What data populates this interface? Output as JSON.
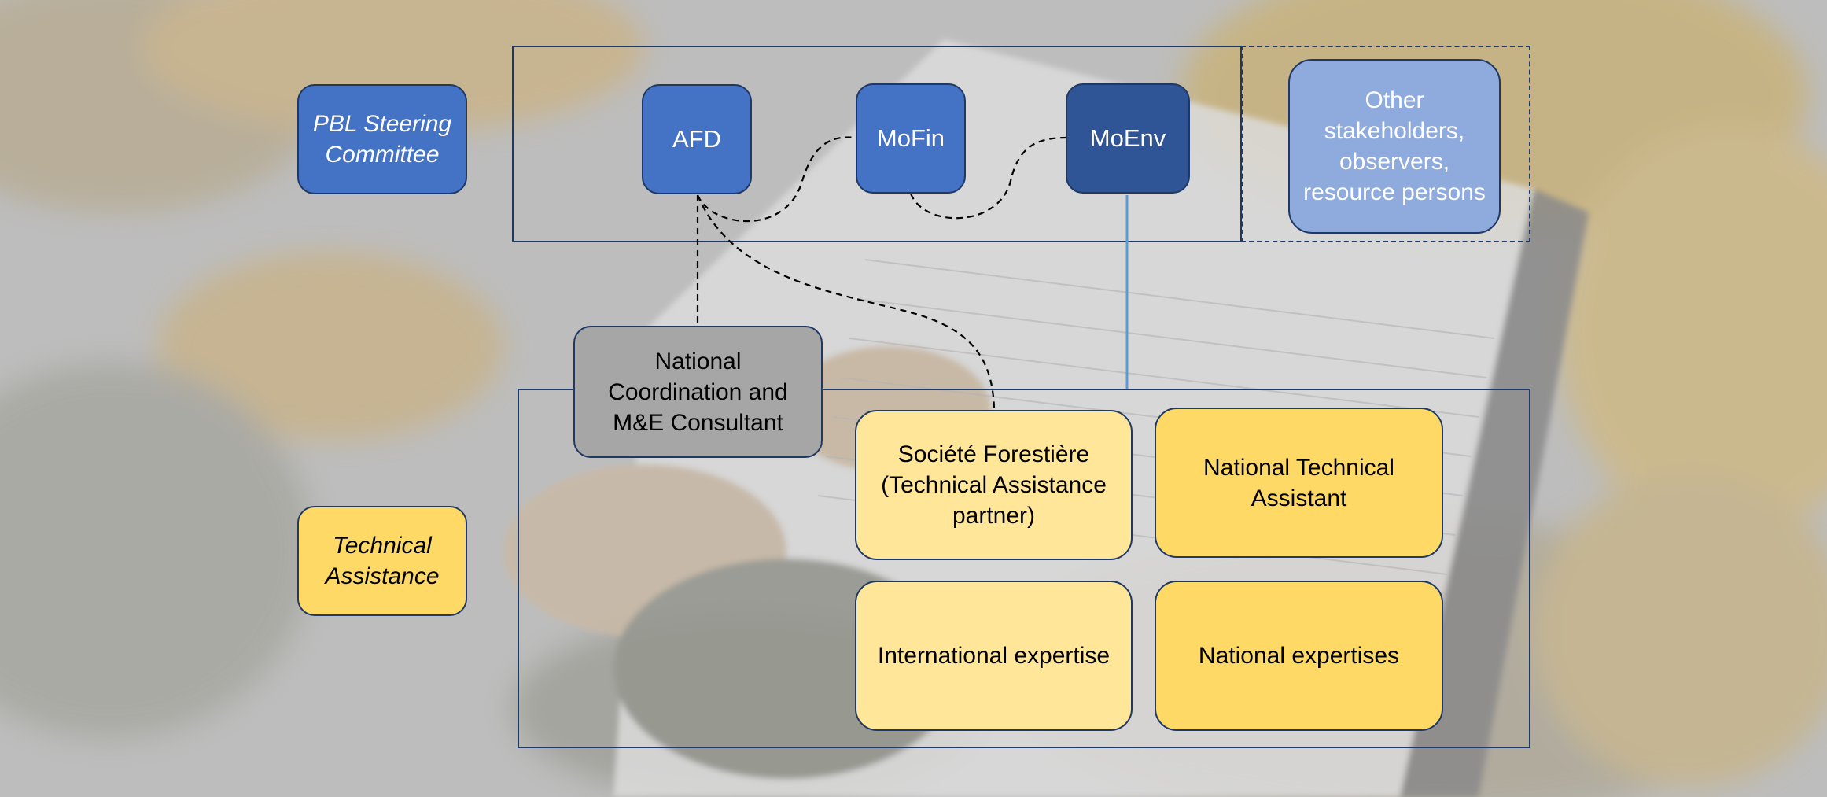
{
  "colors": {
    "blue": "#4472c4",
    "dark_blue": "#2f5597",
    "light_blue": "#8faadc",
    "grey": "#a6a6a6",
    "yellow": "#ffd966",
    "pale_yellow": "#ffe699",
    "outline": "#1f3864",
    "connector_solid": "#5b9bd5"
  },
  "row_labels": {
    "steering": "PBL Steering Committee",
    "technical": "Technical Assistance"
  },
  "steering_nodes": {
    "afd": "AFD",
    "mofin": "MoFin",
    "moenv": "MoEnv",
    "other": "Other stakeholders, observers, resource persons"
  },
  "ta_nodes": {
    "national_coordination": "National Coordination and M&E Consultant",
    "societe_forestiere": "Société Forestière (Technical Assistance partner)",
    "national_technical_assistant": "National Technical Assistant",
    "international_expertise": "International expertise",
    "national_expertises": "National expertises"
  }
}
